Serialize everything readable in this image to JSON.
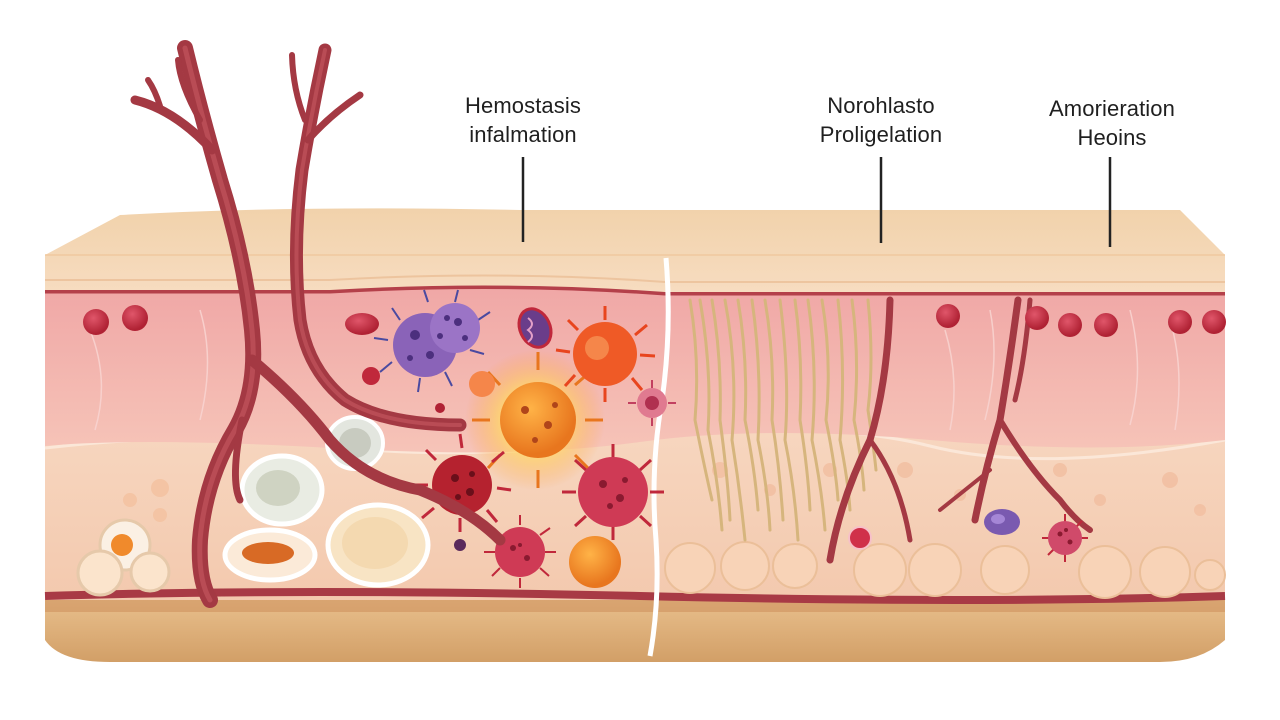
{
  "labels": [
    {
      "line1": "Hemostasis",
      "line2": "infalmation"
    },
    {
      "line1": "Norohlasto",
      "line2": "Proligelation"
    },
    {
      "line1": "Amorieration",
      "line2": "Heoins"
    }
  ],
  "colors": {
    "epidermis": "#f5d5b0",
    "dermis": "#f3b8b3",
    "hypodermis": "#f6d3bc",
    "base": "#dfae78",
    "vessel": "#a43943",
    "vessel_light": "#c9545c",
    "collagen": "#d9b683",
    "virus_purple": "#7a55a8",
    "cell_red": "#c0283b",
    "cell_orange": "#ee6a27",
    "glow": "#fff2a0"
  },
  "icons": [
    "blood-vessel-icon",
    "virus-icon",
    "red-blood-cell-icon",
    "fat-cell-icon",
    "collagen-fiber-icon",
    "leukocyte-icon"
  ]
}
